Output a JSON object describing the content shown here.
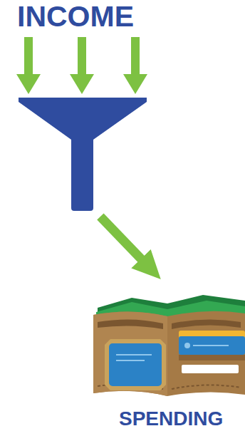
{
  "diagram": {
    "nodes": [
      {
        "text": [
          "INCOME"
        ]
      },
      {
        "text": [
          "SPENDING"
        ]
      }
    ],
    "edges": [
      {
        "from": 0,
        "to": 1,
        "arrow": "to"
      }
    ]
  }
}
